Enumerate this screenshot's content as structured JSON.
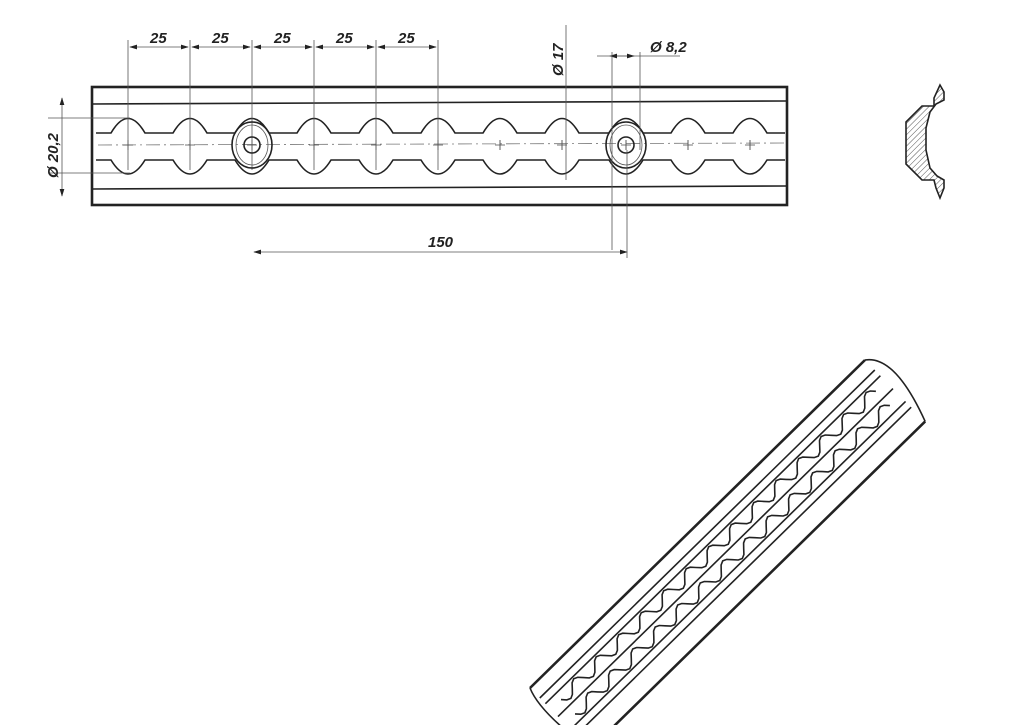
{
  "drawing": {
    "pitch_dimensions": [
      "25",
      "25",
      "25",
      "25",
      "25"
    ],
    "hole_diameter_label": "Ø 17",
    "bolt_hole_label": "Ø 8,2",
    "slot_width_label": "Ø 20,2",
    "bolt_spacing_label": "150",
    "hole_count": 11,
    "bolt_hole_positions": [
      2,
      8
    ]
  }
}
